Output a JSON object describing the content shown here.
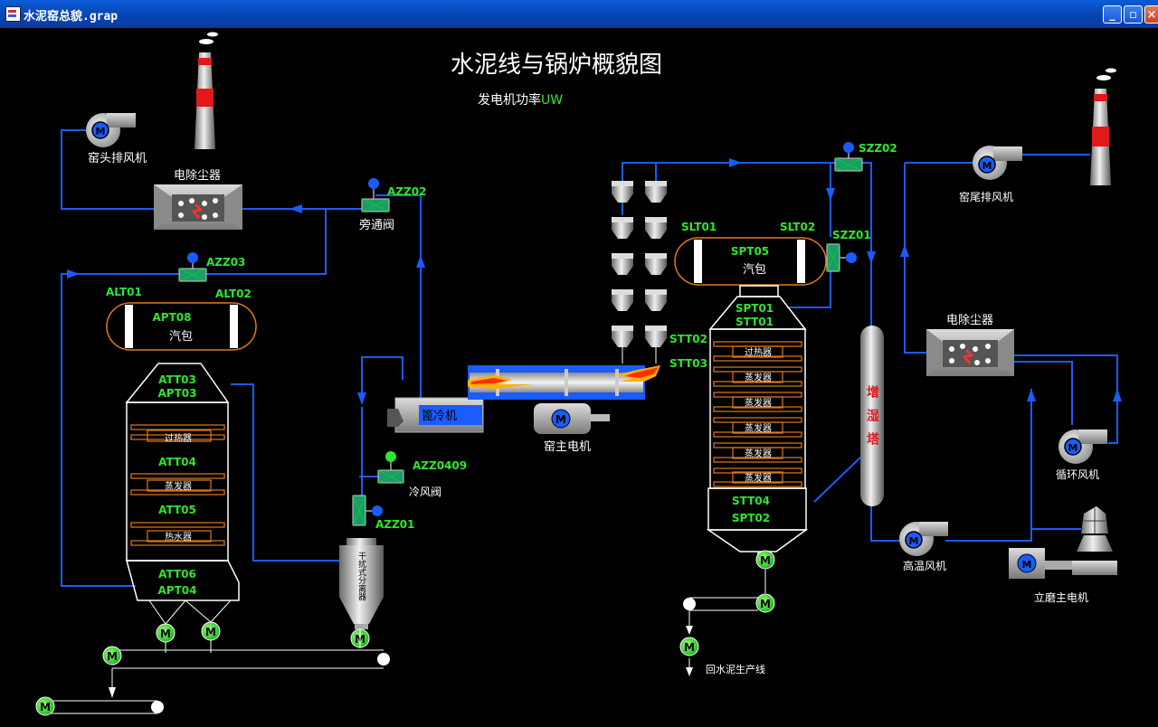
{
  "window": {
    "title": "水泥窑总貌.grap",
    "minimize": "_",
    "maximize": "▫",
    "close": "×"
  },
  "diagram": {
    "title": "水泥线与锅炉概貌图",
    "power_label": "发电机功率",
    "power_unit": "UW",
    "kiln_head": {
      "fan": "窑头排风机",
      "precipitator": "电除尘器",
      "bypass_valve": "旁通阀",
      "azz02": "AZZ02",
      "azz03": "AZZ03",
      "alt01": "ALT01",
      "alt02": "ALT02",
      "apt08": "APT08",
      "drum": "汽包",
      "att03": "ATT03",
      "apt03": "APT03",
      "superheater": "过热器",
      "att04": "ATT04",
      "evaporator": "蒸发器",
      "att05": "ATT05",
      "economizer": "热水器",
      "att06": "ATT06",
      "apt04": "APT04"
    },
    "cooler": {
      "name": "篦冷机",
      "azz0409": "AZZ0409",
      "cold_valve": "冷风阀",
      "azz01": "AZZ01",
      "separator": "干扰式分离器"
    },
    "kiln": {
      "motor": "窑主电机",
      "stt02": "STT02",
      "stt03": "STT03"
    },
    "kiln_tail": {
      "szz02": "SZZ02",
      "szz01": "SZZ01",
      "slt01": "SLT01",
      "slt02": "SLT02",
      "spt05": "SPT05",
      "drum": "汽包",
      "spt01": "SPT01",
      "stt01": "STT01",
      "superheater": "过热器",
      "evaporator": "蒸发器",
      "stt04": "STT04",
      "spt02": "SPT02",
      "return_line": "回水泥生产线",
      "humidifier": "增湿塔",
      "tail_fan": "窑尾排风机",
      "precipitator": "电除尘器",
      "circ_fan": "循环风机",
      "hot_fan": "高温风机",
      "mill_motor": "立磨主电机"
    },
    "motor_letter": "M"
  }
}
